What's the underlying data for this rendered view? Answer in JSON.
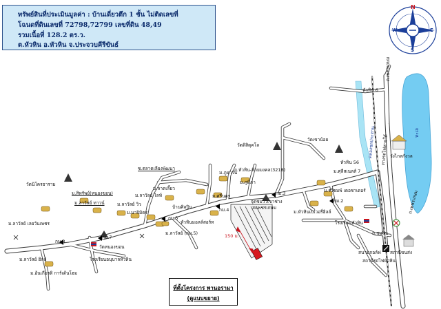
{
  "info": {
    "line1": "ทรัพย์สินที่ประเมินมูลค่า : บ้านเดี่ยวตึก 1 ชั้น ไม่ติดเลขที่",
    "line2": "โฉนดที่ดินเลขที่ 72798,72799 เลขที่ดิน 48,49",
    "line3": "รวมเนื้อที่ 128.2 ตร.ว.",
    "line4": "ต.หัวหิน  อ.หัวหิน  จ.ประจวบคีรีขันธ์"
  },
  "compass": {
    "n": "N",
    "e": "E",
    "s": "S",
    "w": "W"
  },
  "labels": {
    "watwanya": "วัดนิโครธาราม",
    "mlawan_pet": "ม.ลาวัลย์ เลยวันเพชร",
    "km8": "กม.8",
    "mlawan_hill": "ม.ลาวัลย์ ฮิลล์",
    "mankiat": "ม.อ้นเกียรติ การ์เด้นโฮม",
    "km7": "กม.7",
    "nongkhon": "วัดหนองขอน",
    "anuban": "โรงเรียนอนุบาลหัวหิน",
    "sithap": "ม.สิทรัพย์(หนองขอน)",
    "lawan_town": "ม.ลาวัลย์ ทาวน์",
    "lawan_view": "ม.ลาวัลย์ วิว",
    "lawan_light": "ม.ลาวัลย์ ไลท์",
    "bajjima": "ม.บาจิมิตร",
    "ladsilew": "ม.ลาดเลี้ยว",
    "km5a": "กม.5",
    "km5b": "ม.ลาวัลย์ (กม.5)",
    "talat": "ซ.ตลาดเลียงพัฒนา",
    "baansilpa": "บ้านศิลปิน",
    "mphuwan": "ม.ภูผาวัน",
    "msrikong": "ม.ศรีนคร",
    "huahinmall": "หัวหินมอลล์สอร์ท",
    "km4": "กม.4",
    "mphuta": "ม.ภูมิภา",
    "km3": "กม.3",
    "huaysok": "ถ.หัวหิน-ห้วยมงคล(3218)",
    "phetkasem": "สแพชรเกษม",
    "subject": "จุดชมวิวเขาช่าง",
    "watdit": "วัดดิสิตุคโล",
    "khaonoi": "วัดเขาน้อย",
    "km2": "กม.2",
    "huahin56": "หัวหิน 56",
    "prateep": "ม.ศุลีสเนลส์ 7",
    "riviera": "ม.รวีชมพ์ เดอซาเดอร์",
    "harbor": "ม.หัวหินเบเวอรี่ฮิลล์",
    "school": "โรงเรียนหัวหิน",
    "hamaen": "ถ.ชมสิน",
    "airport": "สนามกอล์ฟ",
    "station": "สถานีรถไฟหัวหิน",
    "tmaestro": "สถานีขนส่ง",
    "hotel": "วังไกลกังวล",
    "huahin6": "หัวหิน 6",
    "dist": "150 ม.",
    "sea": "ทะเล",
    "road_phet": "ถ.เพชรเกษม",
    "rail": "ทางรถไฟสายใต้",
    "canal": "คลองชลประทาน",
    "road_top": "ถ.เพชรเกษม"
  },
  "project": {
    "line1": "ที่ตั้งโครงการ พานอรามา",
    "line2": "(ดูแบบขยาย)"
  },
  "colors": {
    "road_fill": "#ffffff",
    "road_border": "#3a3a3a",
    "sea": "#74ccf2",
    "canal": "#a9e4f5",
    "info_bg": "#cfe8f7",
    "subject": "#d71920"
  }
}
